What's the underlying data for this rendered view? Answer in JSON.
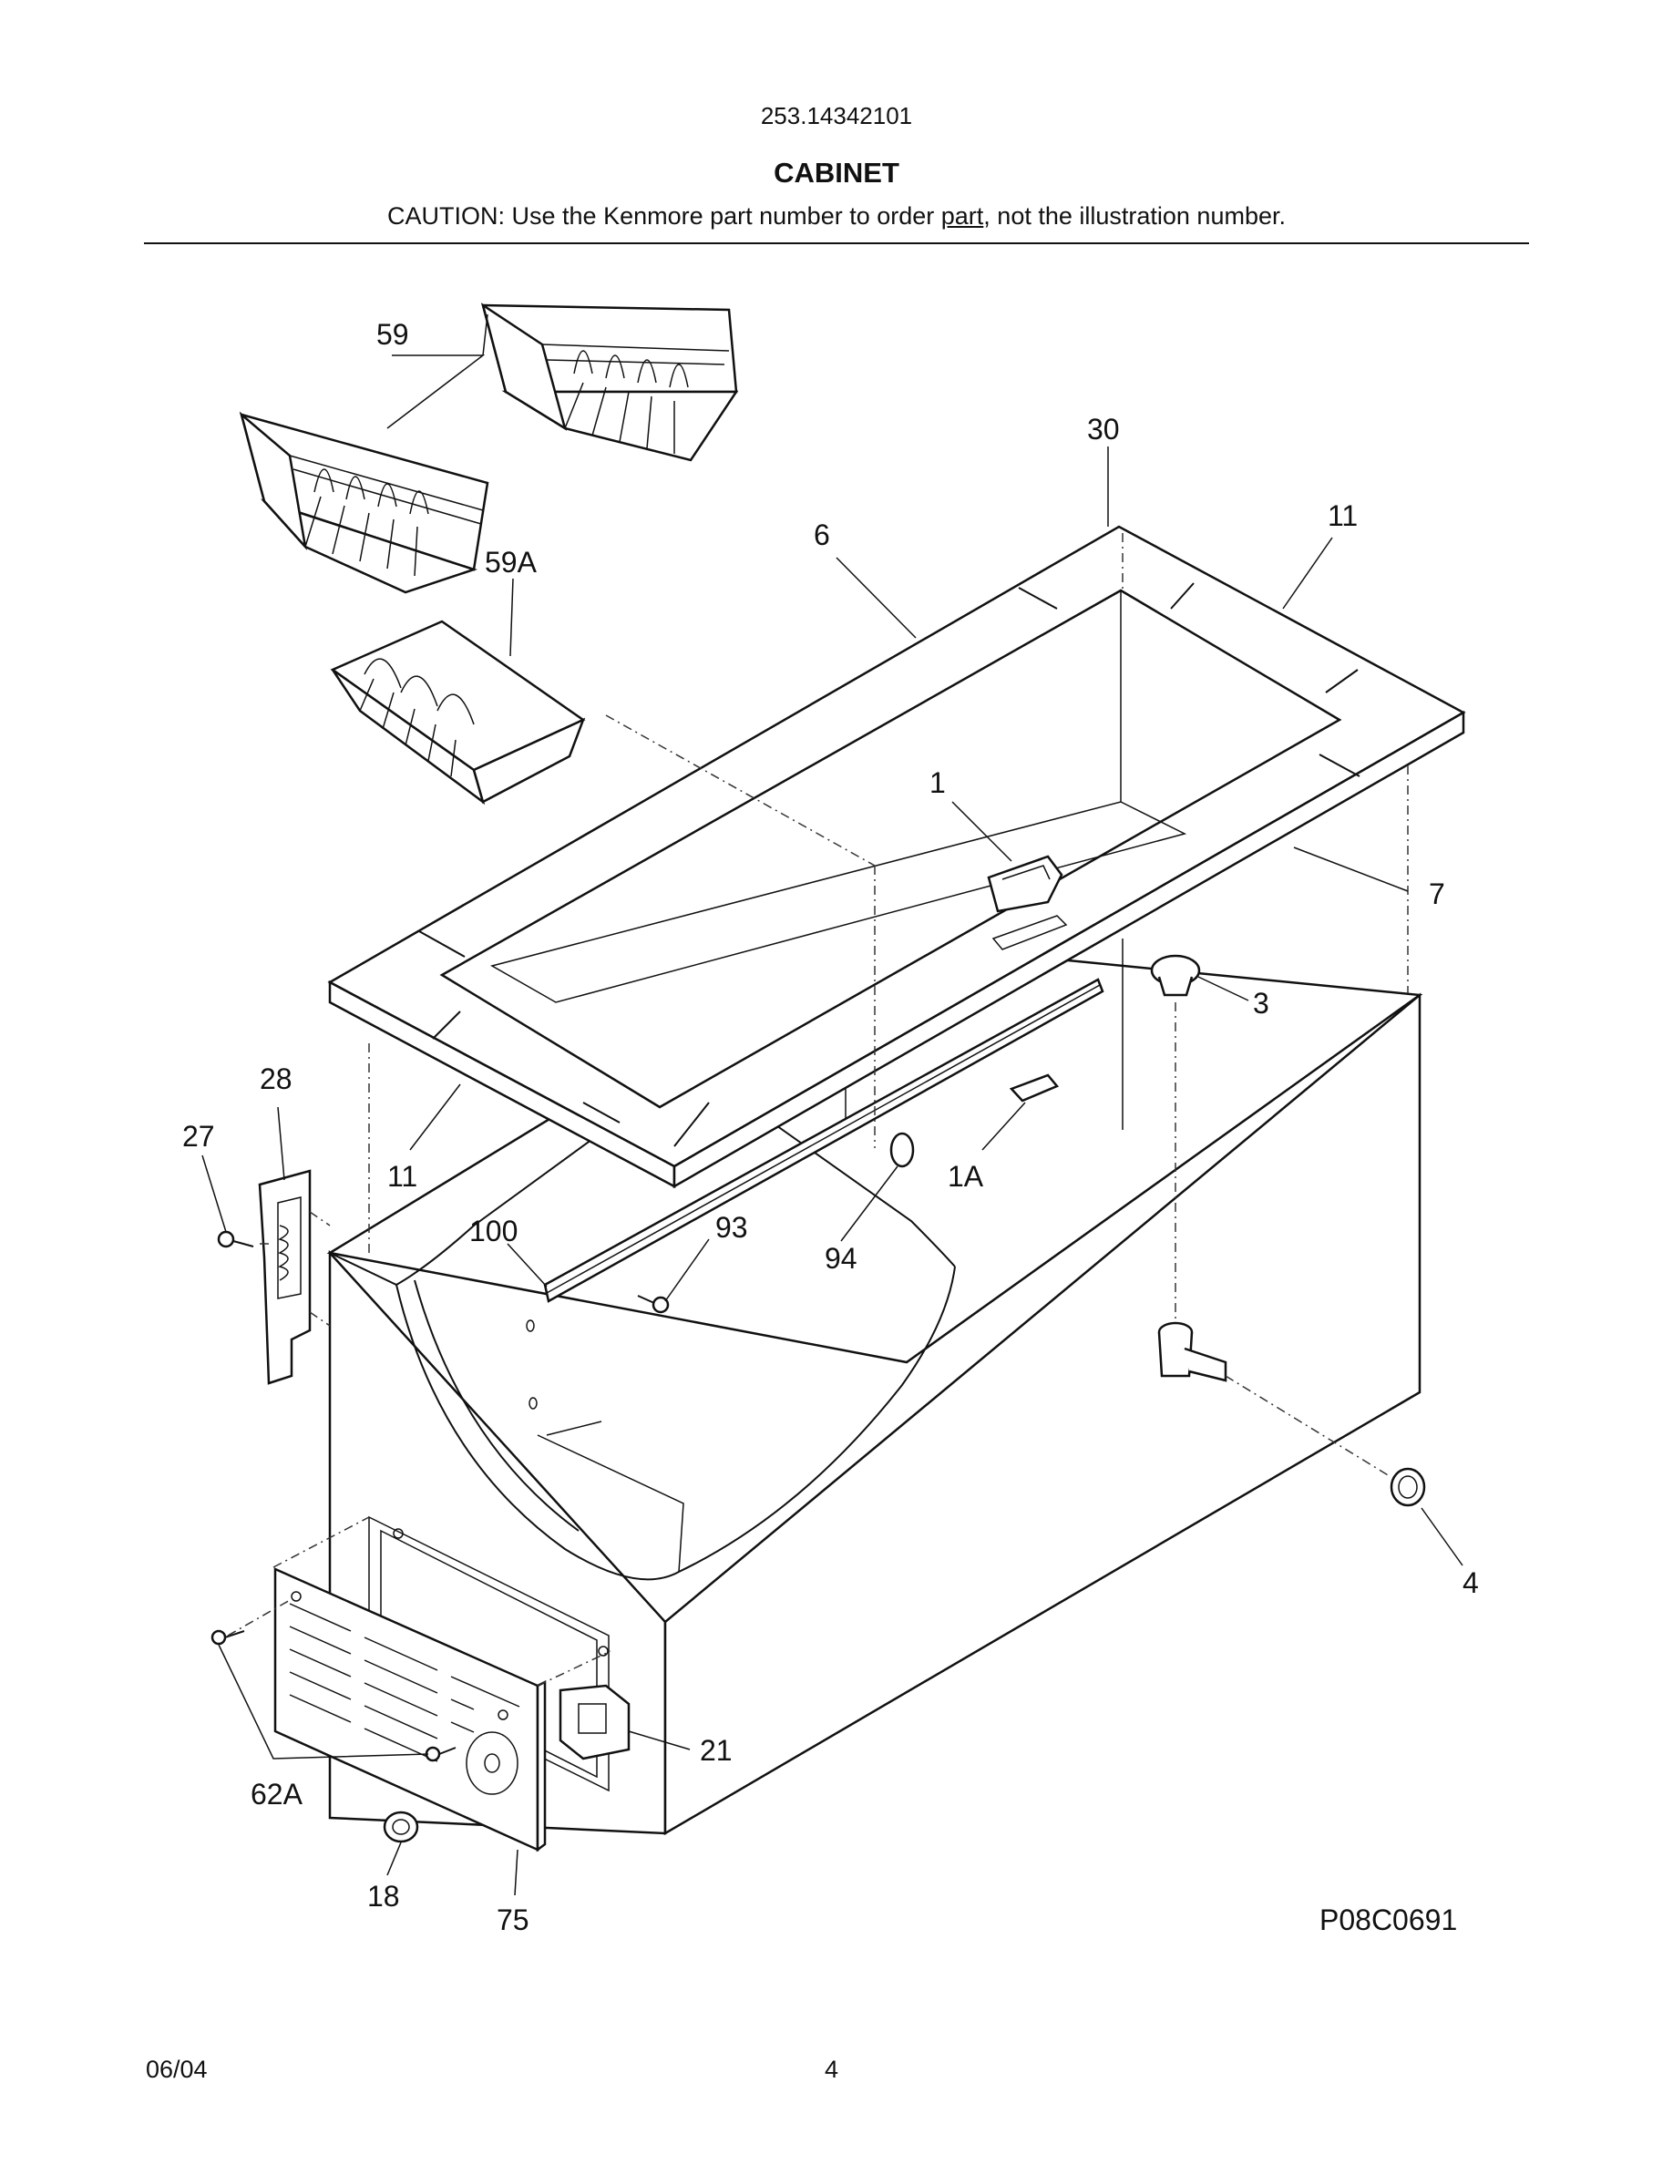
{
  "header": {
    "model_number": "253.14342101",
    "title": "CABINET",
    "caution_prefix": "CAUTION: Use the Kenmore part number to order ",
    "caution_underlined": "part",
    "caution_suffix": ", not the illustration number."
  },
  "callouts": {
    "c59": "59",
    "c59a": "59A",
    "c6": "6",
    "c30": "30",
    "c11_top": "11",
    "c1": "1",
    "c7": "7",
    "c3": "3",
    "c28": "28",
    "c27": "27",
    "c11_bottom": "11",
    "c1a": "1A",
    "c100": "100",
    "c93": "93",
    "c94": "94",
    "c4": "4",
    "c21": "21",
    "c62a": "62A",
    "c18": "18",
    "c75": "75"
  },
  "diagram_code": "P08C0691",
  "footer": {
    "date": "06/04",
    "page_number": "4"
  }
}
